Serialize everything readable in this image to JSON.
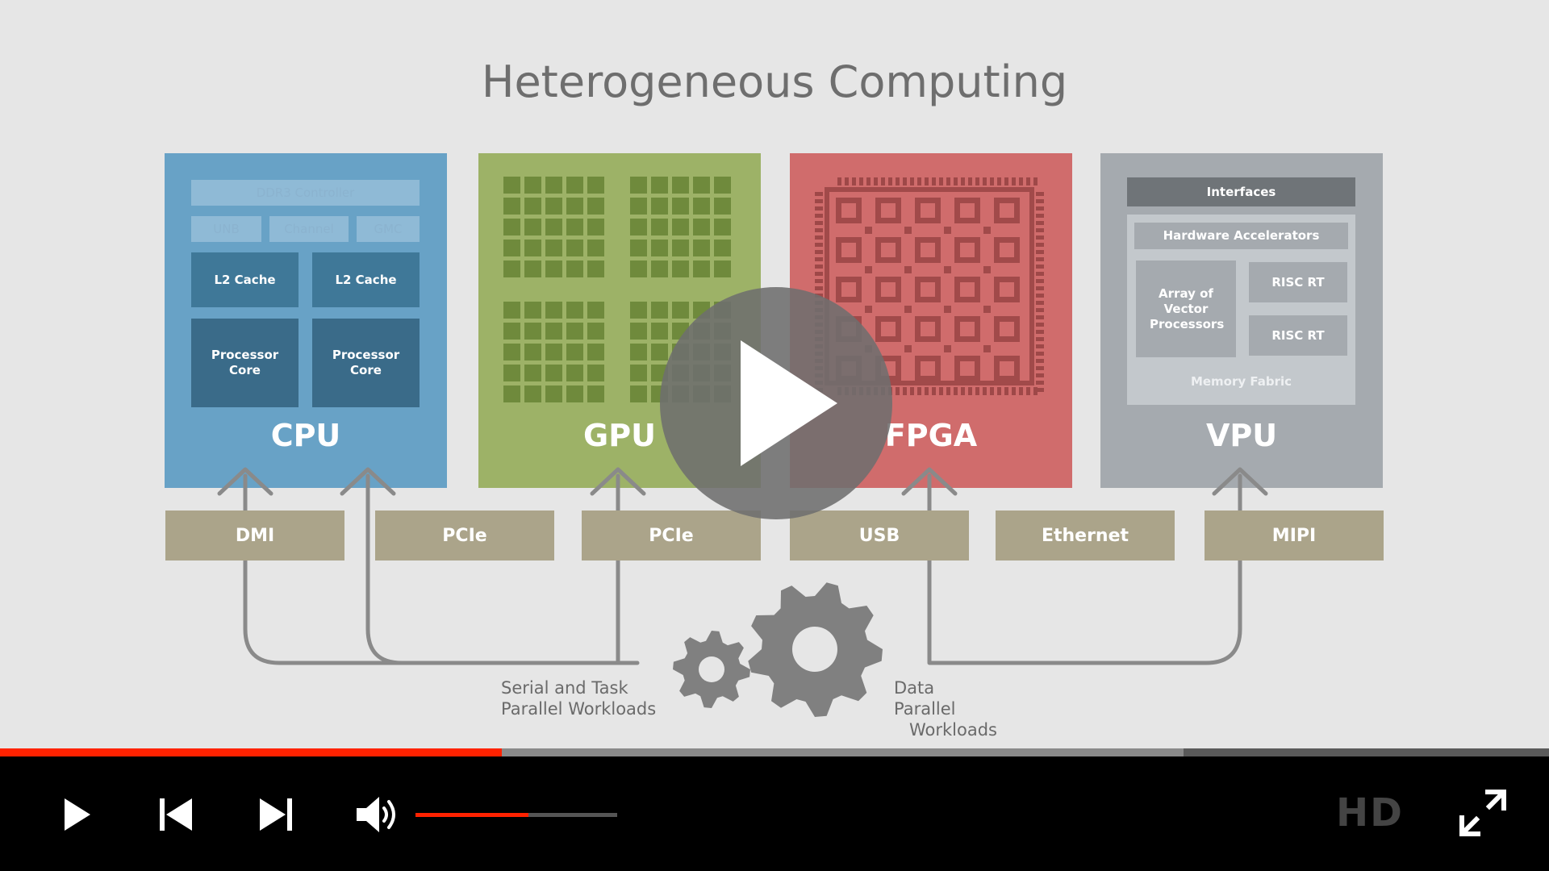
{
  "slide": {
    "title": "Heterogeneous Computing",
    "processors": {
      "cpu": {
        "label": "CPU",
        "ddr_controller": "DDR3 Controller",
        "unb": "UNB",
        "channel": "Channel",
        "gmc": "GMC",
        "cache_1": "L2 Cache",
        "cache_2": "L2 Cache",
        "core_1": "Processor Core",
        "core_2": "Processor Core"
      },
      "gpu": {
        "label": "GPU"
      },
      "fpga": {
        "label": "FPGA"
      },
      "vpu": {
        "label": "VPU",
        "interfaces": "Interfaces",
        "hw_accel": "Hardware Accelerators",
        "vector_array": "Array of Vector Processors",
        "risc_1": "RISC RT",
        "risc_2": "RISC RT",
        "memory_fabric": "Memory Fabric"
      }
    },
    "buses": [
      "DMI",
      "PCIe",
      "PCIe",
      "USB",
      "Ethernet",
      "MIPI"
    ],
    "captions": {
      "serial_line1": "Serial and Task",
      "serial_line2": "Parallel Workloads",
      "data_line1": "Data Parallel",
      "data_line2": "Workloads"
    },
    "colors": {
      "cpu": "#68a2c6",
      "gpu": "#9db267",
      "fpga": "#d06c6c",
      "vpu": "#a5aaaf",
      "bus": "#aba48a",
      "arrow": "#8a8a8a"
    }
  },
  "player": {
    "overlay_icon": "play-icon",
    "progress_played": 0.324,
    "progress_buffered": 0.764,
    "volume_level": 0.56,
    "quality_label": "HD",
    "accent_color": "#ff2200",
    "icons": [
      "play-icon",
      "skip-back-icon",
      "skip-forward-icon",
      "volume-icon",
      "fullscreen-icon"
    ]
  }
}
